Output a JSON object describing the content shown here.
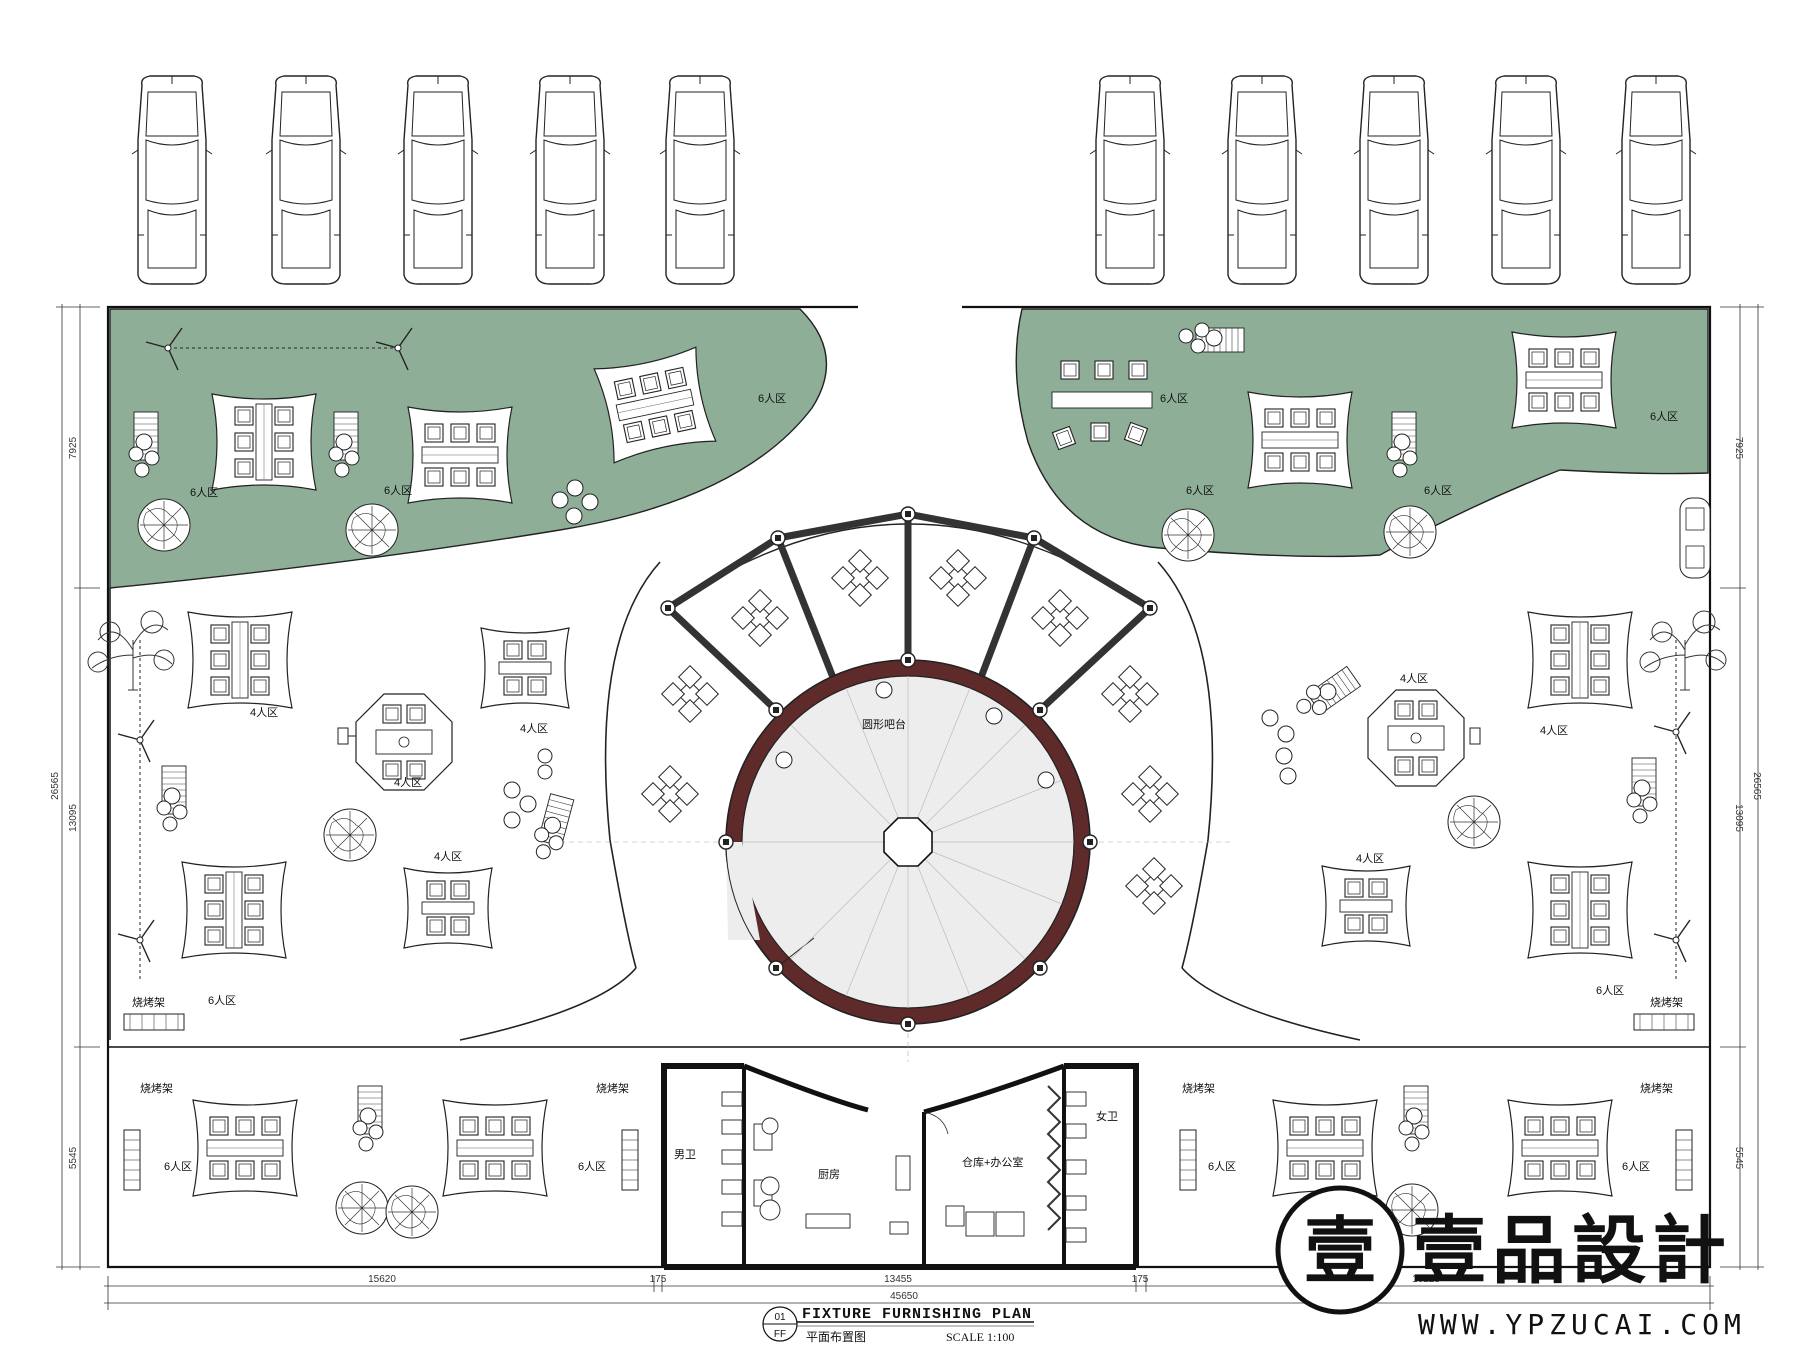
{
  "title": {
    "en": "FIXTURE FURNISHING PLAN",
    "cn": "平面布置图",
    "scale": "SCALE 1:100",
    "badge_top": "01",
    "badge_bottom": "FF"
  },
  "brand": {
    "name": "壹品設計",
    "url": "WWW.YPZUCAI.COM",
    "seal": "壹"
  },
  "rooms": {
    "bar": "圆形吧台",
    "mens": "男卫",
    "kitchen": "厨房",
    "storage": "仓库+办公室",
    "womens": "女卫"
  },
  "zones": {
    "six": "6人区",
    "four": "4人区",
    "bbq": "烧烤架"
  },
  "dimensions": {
    "left": [
      "7925",
      "13095",
      "5545"
    ],
    "left_total": "26565",
    "right": [
      "7925",
      "13095",
      "5545"
    ],
    "right_total": "26565",
    "bottom": [
      "15620",
      "175",
      "13455",
      "175",
      "16225"
    ],
    "bottom_total": "45650"
  },
  "colors": {
    "lawn": "#8fae98",
    "bar_ring": "#5e2a2a",
    "bar_floor": "#ededed"
  }
}
